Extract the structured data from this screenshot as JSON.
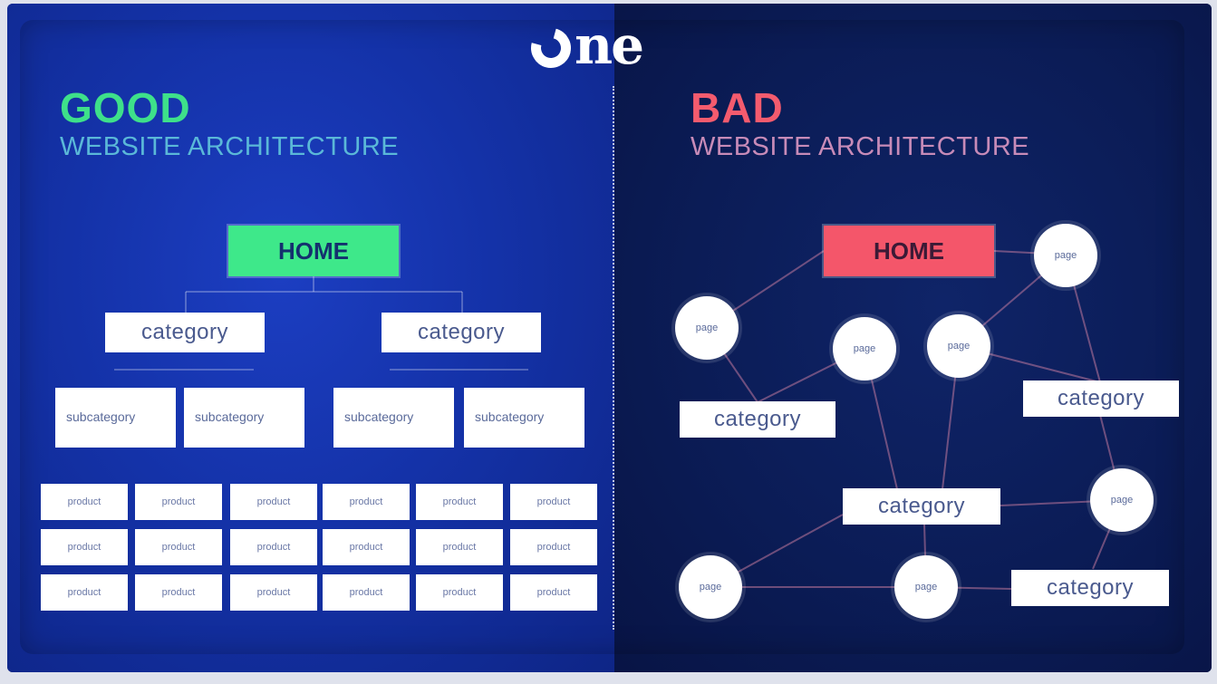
{
  "logo": {
    "text": "ne"
  },
  "good": {
    "heading": "GOOD",
    "subheading": "WEBSITE ARCHITECTURE",
    "home": "HOME",
    "categories": [
      "category",
      "category"
    ],
    "subcategories": [
      [
        "sub",
        "category"
      ],
      [
        "sub",
        "category"
      ],
      [
        "sub",
        "category"
      ],
      [
        "sub",
        "category"
      ]
    ],
    "product_label": "product"
  },
  "bad": {
    "heading": "BAD",
    "subheading": "WEBSITE ARCHITECTURE",
    "home": "HOME",
    "category_label": "category",
    "page_label": "page"
  },
  "colors": {
    "good_accent": "#3ee88a",
    "bad_accent": "#f4566a",
    "background": "#1432a8"
  }
}
